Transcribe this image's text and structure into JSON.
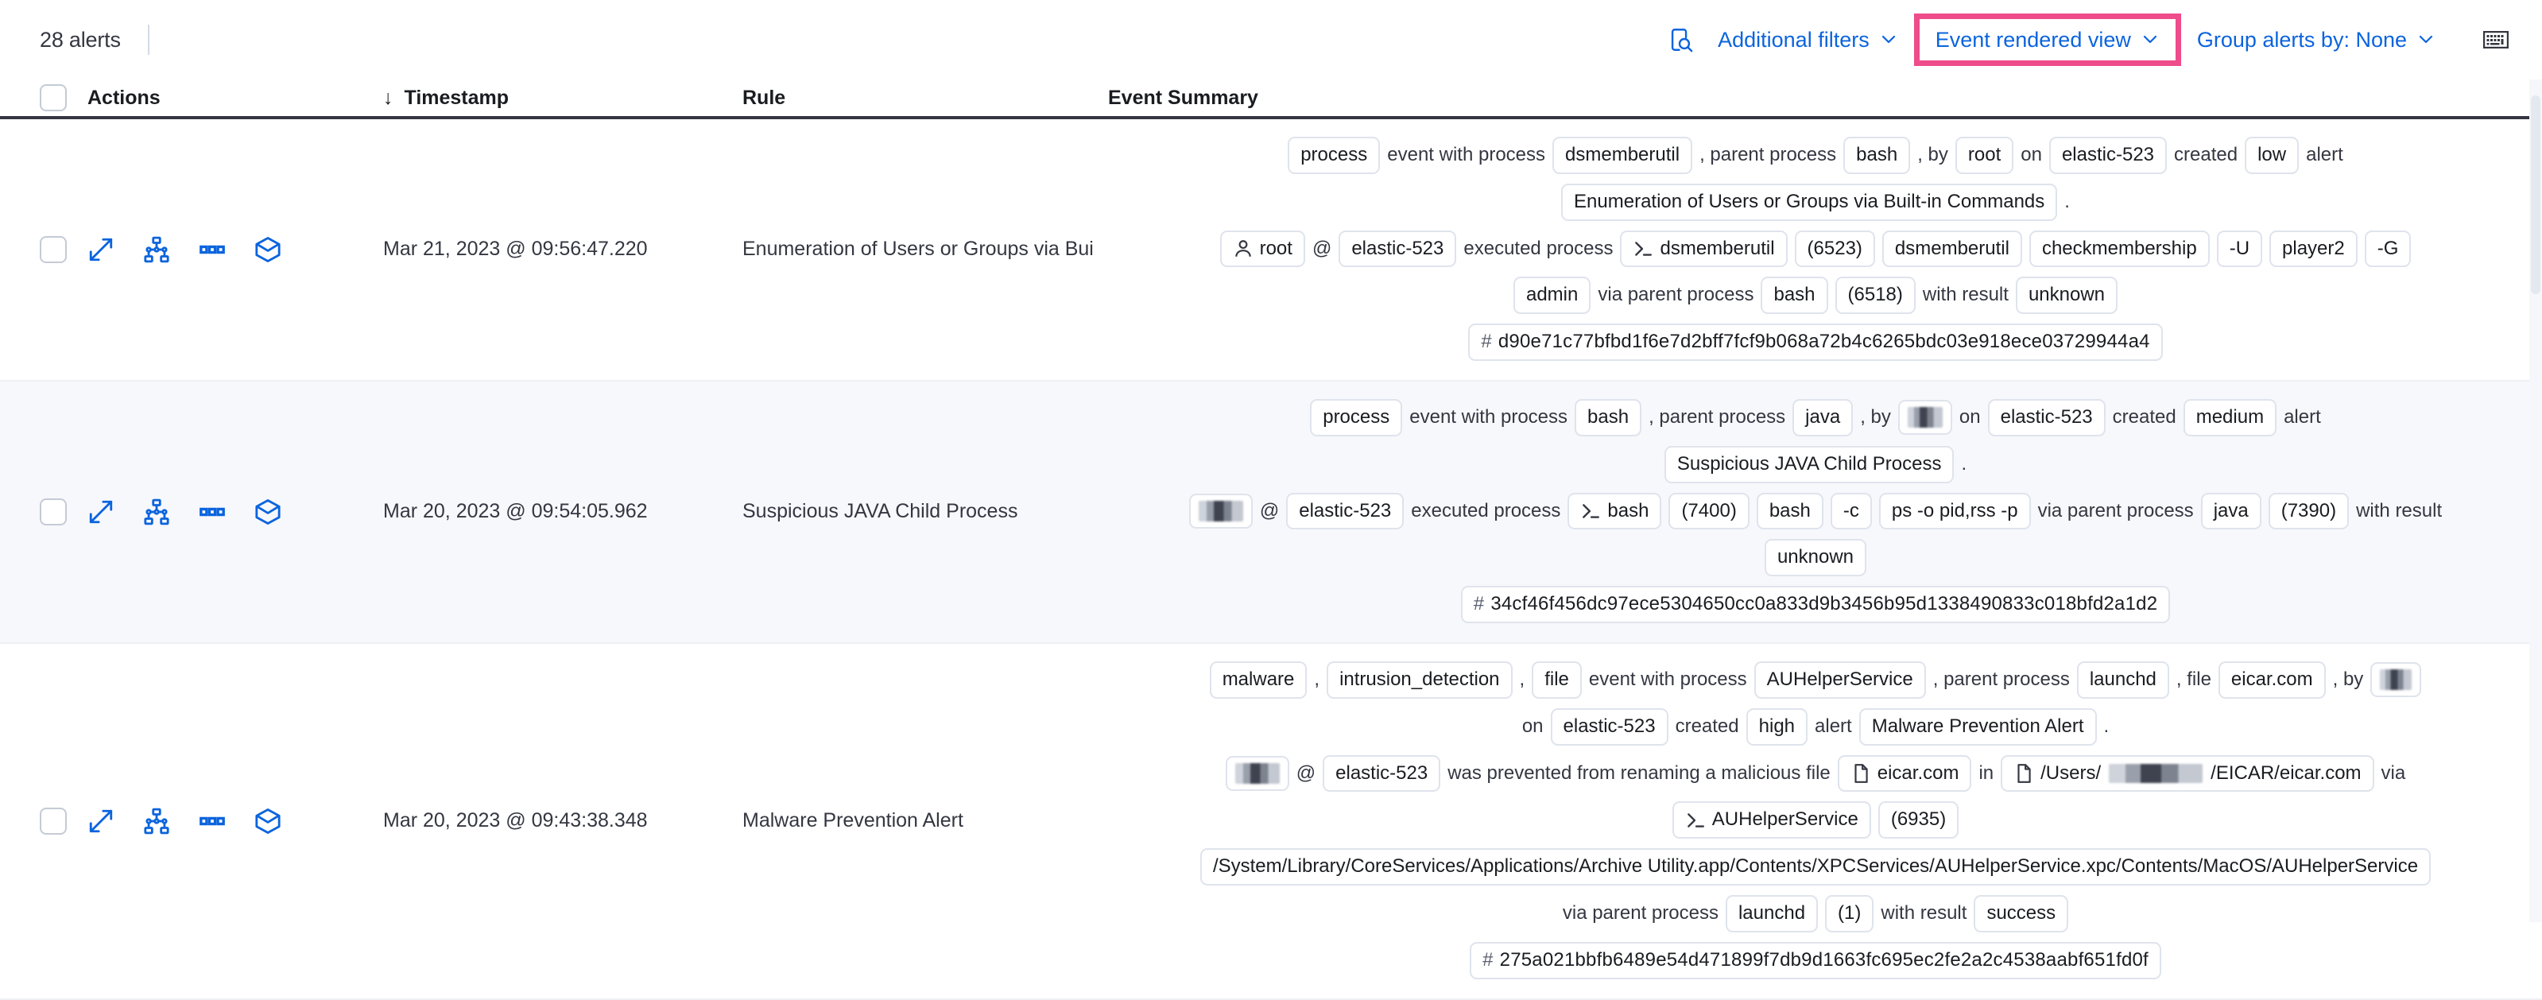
{
  "toolbar": {
    "alert_count": "28 alerts",
    "inspect_icon": "inspect-icon",
    "additional_filters": "Additional filters",
    "event_rendered_view": "Event rendered view",
    "group_alerts_by": "Group alerts by: None",
    "keyboard_icon": "keyboard-icon",
    "caret": "⌄",
    "highlight_color": "#ee4c8b",
    "link_color": "#0b64dd"
  },
  "table": {
    "columns": {
      "actions": "Actions",
      "timestamp": "Timestamp",
      "rule": "Rule",
      "event_summary": "Event Summary"
    },
    "sort_arrow": "↓",
    "row_action_icons": [
      "expand-icon",
      "analyze-event-icon",
      "more-actions-icon",
      "session-view-icon"
    ],
    "rows": [
      {
        "timestamp": "Mar 21, 2023 @ 09:56:47.220",
        "rule": "Enumeration of Users or Groups via Bui",
        "summary_lines": [
          [
            {
              "t": "chip",
              "v": "process"
            },
            {
              "t": "text",
              "v": "event with process"
            },
            {
              "t": "chip",
              "v": "dsmemberutil"
            },
            {
              "t": "text",
              "v": ", parent process"
            },
            {
              "t": "chip",
              "v": "bash"
            },
            {
              "t": "text",
              "v": ", by"
            },
            {
              "t": "chip",
              "v": "root"
            },
            {
              "t": "text",
              "v": "on"
            },
            {
              "t": "chip",
              "v": "elastic-523"
            },
            {
              "t": "text",
              "v": "created"
            },
            {
              "t": "chip",
              "v": "low"
            },
            {
              "t": "text",
              "v": "alert"
            }
          ],
          [
            {
              "t": "chip",
              "v": "Enumeration of Users or Groups via Built-in Commands"
            },
            {
              "t": "text",
              "v": "."
            }
          ],
          [
            {
              "t": "chip-user",
              "v": "root"
            },
            {
              "t": "text",
              "v": "@"
            },
            {
              "t": "chip",
              "v": "elastic-523"
            },
            {
              "t": "text",
              "v": "executed process"
            },
            {
              "t": "chip-proc",
              "v": "dsmemberutil"
            },
            {
              "t": "chip",
              "v": "(6523)"
            },
            {
              "t": "chip",
              "v": "dsmemberutil"
            },
            {
              "t": "chip",
              "v": "checkmembership"
            },
            {
              "t": "chip",
              "v": "-U"
            },
            {
              "t": "chip",
              "v": "player2"
            },
            {
              "t": "chip",
              "v": "-G"
            }
          ],
          [
            {
              "t": "chip",
              "v": "admin"
            },
            {
              "t": "text",
              "v": "via parent process"
            },
            {
              "t": "chip",
              "v": "bash"
            },
            {
              "t": "chip",
              "v": "(6518)"
            },
            {
              "t": "text",
              "v": "with result"
            },
            {
              "t": "chip",
              "v": "unknown"
            }
          ],
          [
            {
              "t": "chip-hash",
              "v": "d90e71c77bfbd1f6e7d2bff7fcf9b068a72b4c6265bdc03e918ece03729944a4"
            }
          ]
        ]
      },
      {
        "timestamp": "Mar 20, 2023 @ 09:54:05.962",
        "rule": "Suspicious JAVA Child Process",
        "summary_lines": [
          [
            {
              "t": "chip",
              "v": "process"
            },
            {
              "t": "text",
              "v": "event with process"
            },
            {
              "t": "chip",
              "v": "bash"
            },
            {
              "t": "text",
              "v": ", parent process"
            },
            {
              "t": "chip",
              "v": "java"
            },
            {
              "t": "text",
              "v": ", by"
            },
            {
              "t": "chip-redacted",
              "v": "w1"
            },
            {
              "t": "text",
              "v": "on"
            },
            {
              "t": "chip",
              "v": "elastic-523"
            },
            {
              "t": "text",
              "v": "created"
            },
            {
              "t": "chip",
              "v": "medium"
            },
            {
              "t": "text",
              "v": "alert"
            }
          ],
          [
            {
              "t": "chip",
              "v": "Suspicious JAVA Child Process"
            },
            {
              "t": "text",
              "v": "."
            }
          ],
          [
            {
              "t": "chip-redacted",
              "v": "w2"
            },
            {
              "t": "text",
              "v": "@"
            },
            {
              "t": "chip",
              "v": "elastic-523"
            },
            {
              "t": "text",
              "v": "executed process"
            },
            {
              "t": "chip-proc",
              "v": "bash"
            },
            {
              "t": "chip",
              "v": "(7400)"
            },
            {
              "t": "chip",
              "v": "bash"
            },
            {
              "t": "chip",
              "v": "-c"
            },
            {
              "t": "chip",
              "v": "ps -o pid,rss -p"
            },
            {
              "t": "text",
              "v": "via parent process"
            },
            {
              "t": "chip",
              "v": "java"
            },
            {
              "t": "chip",
              "v": "(7390)"
            },
            {
              "t": "text",
              "v": "with result"
            }
          ],
          [
            {
              "t": "chip",
              "v": "unknown"
            }
          ],
          [
            {
              "t": "chip-hash",
              "v": "34cf46f456dc97ece5304650cc0a833d9b3456b95d1338490833c018bfd2a1d2"
            }
          ]
        ]
      },
      {
        "timestamp": "Mar 20, 2023 @ 09:43:38.348",
        "rule": "Malware Prevention Alert",
        "summary_lines": [
          [
            {
              "t": "chip",
              "v": "malware"
            },
            {
              "t": "text",
              "v": ","
            },
            {
              "t": "chip",
              "v": "intrusion_detection"
            },
            {
              "t": "text",
              "v": ","
            },
            {
              "t": "chip",
              "v": "file"
            },
            {
              "t": "text",
              "v": "event with process"
            },
            {
              "t": "chip",
              "v": "AUHelperService"
            },
            {
              "t": "text",
              "v": ", parent process"
            },
            {
              "t": "chip",
              "v": "launchd"
            },
            {
              "t": "text",
              "v": ", file"
            },
            {
              "t": "chip",
              "v": "eicar.com"
            },
            {
              "t": "text",
              "v": ", by"
            },
            {
              "t": "chip-redacted",
              "v": "w3"
            }
          ],
          [
            {
              "t": "text",
              "v": "on"
            },
            {
              "t": "chip",
              "v": "elastic-523"
            },
            {
              "t": "text",
              "v": "created"
            },
            {
              "t": "chip",
              "v": "high"
            },
            {
              "t": "text",
              "v": "alert"
            },
            {
              "t": "chip",
              "v": "Malware Prevention Alert"
            },
            {
              "t": "text",
              "v": "."
            }
          ],
          [
            {
              "t": "chip-redacted",
              "v": "w2"
            },
            {
              "t": "text",
              "v": "@"
            },
            {
              "t": "chip",
              "v": "elastic-523"
            },
            {
              "t": "text",
              "v": "was prevented from renaming a malicious file"
            },
            {
              "t": "chip-file",
              "v": "eicar.com"
            },
            {
              "t": "text",
              "v": "in"
            },
            {
              "t": "chip-file-redacted",
              "v": "/Users/||/EICAR/eicar.com"
            },
            {
              "t": "text",
              "v": "via"
            }
          ],
          [
            {
              "t": "chip-proc",
              "v": "AUHelperService"
            },
            {
              "t": "chip",
              "v": "(6935)"
            }
          ],
          [
            {
              "t": "chip",
              "v": "/System/Library/CoreServices/Applications/Archive Utility.app/Contents/XPCServices/AUHelperService.xpc/Contents/MacOS/AUHelperService"
            }
          ],
          [
            {
              "t": "text",
              "v": "via parent process"
            },
            {
              "t": "chip",
              "v": "launchd"
            },
            {
              "t": "chip",
              "v": "(1)"
            },
            {
              "t": "text",
              "v": "with result"
            },
            {
              "t": "chip",
              "v": "success"
            }
          ],
          [
            {
              "t": "chip-hash",
              "v": "275a021bbfb6489e54d471899f7db9d1663fc695ec2fe2a2c4538aabf651fd0f"
            }
          ]
        ]
      }
    ]
  }
}
